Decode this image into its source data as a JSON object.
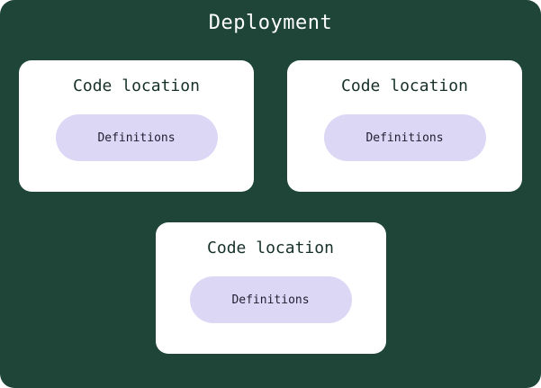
{
  "diagram": {
    "title": "Deployment",
    "colors": {
      "background": "#1e4537",
      "card_background": "#ffffff",
      "pill_background": "#ddd7f6",
      "title_text": "#ffffff",
      "card_text": "#17312a",
      "pill_text": "#201d30"
    },
    "code_locations": [
      {
        "label": "Code location",
        "pill_label": "Definitions"
      },
      {
        "label": "Code location",
        "pill_label": "Definitions"
      },
      {
        "label": "Code location",
        "pill_label": "Definitions"
      }
    ]
  }
}
